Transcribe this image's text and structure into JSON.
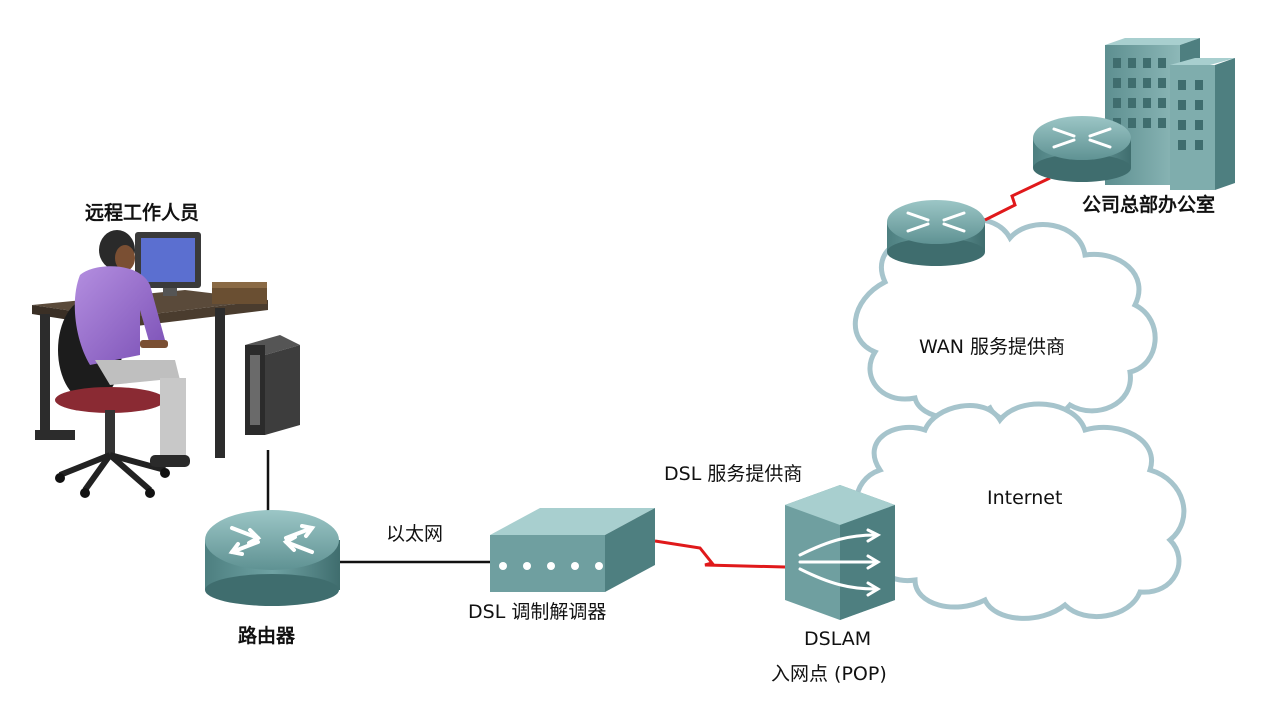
{
  "labels": {
    "teleworker": "远程工作人员",
    "router": "路由器",
    "ethernet": "以太网",
    "dsl_modem": "DSL 调制解调器",
    "dsl_provider": "DSL 服务提供商",
    "dslam": "DSLAM",
    "pop": "入网点 (POP)",
    "internet": "Internet",
    "wan_provider": "WAN 服务提供商",
    "hq": "公司总部办公室"
  },
  "colors": {
    "device_teal": "#6f9fa0",
    "device_dark": "#3d6a6b",
    "wan_link": "#e0191b",
    "ethernet_link": "#111111",
    "cloud_stroke": "#a6c4cc"
  },
  "icons": [
    "router-icon",
    "dsl-modem-icon",
    "dslam-icon",
    "cloud-icon",
    "building-icon",
    "teleworker-icon"
  ]
}
